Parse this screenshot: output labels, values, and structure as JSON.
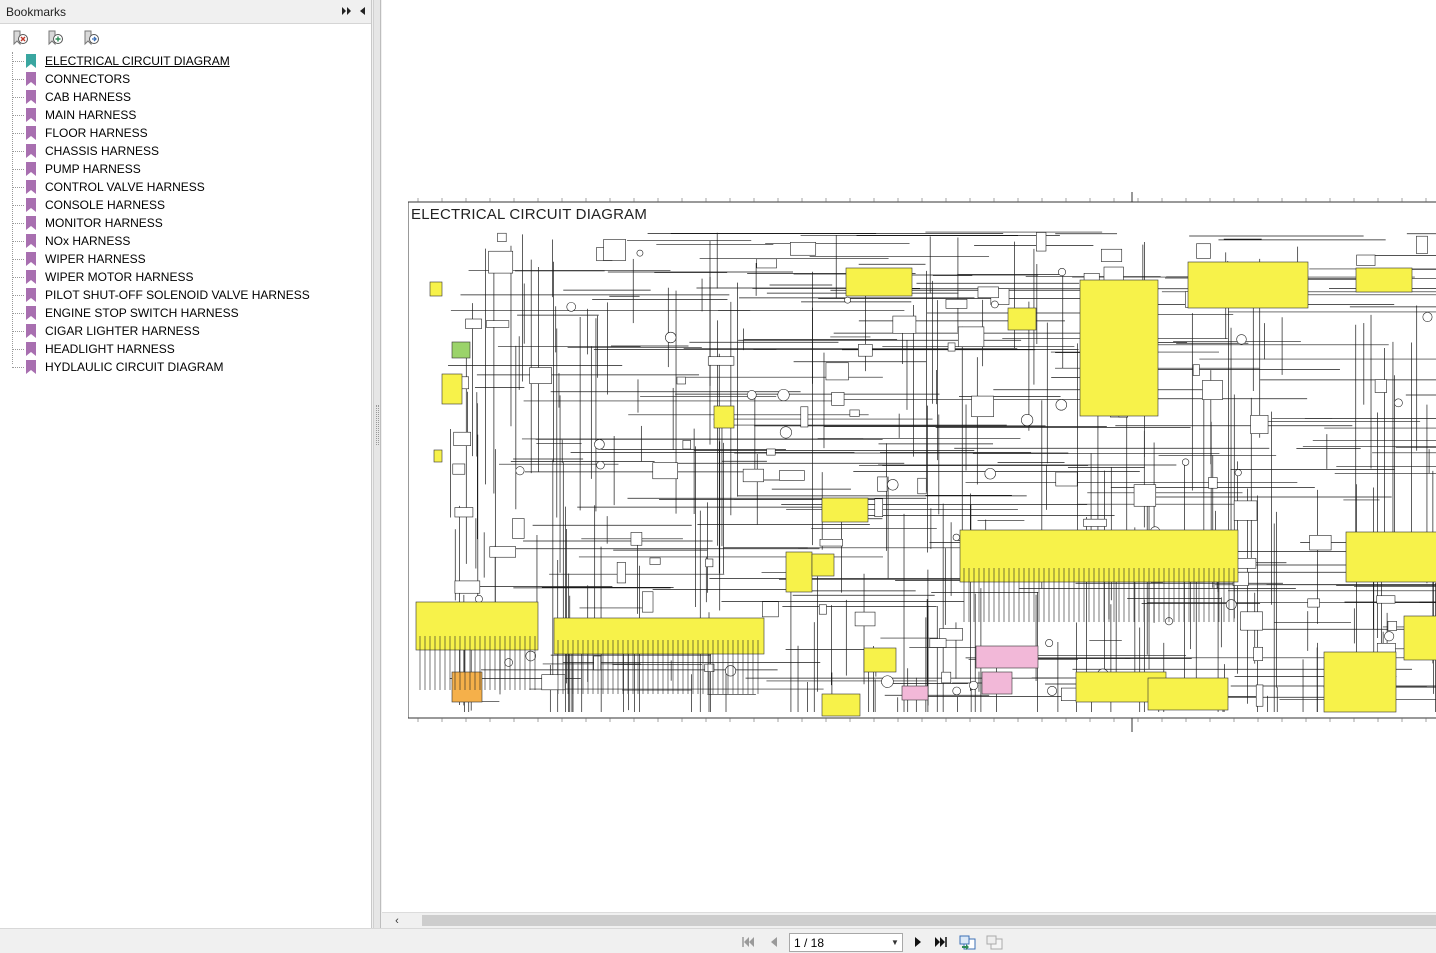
{
  "panel": {
    "title": "Bookmarks",
    "collapse_icon": "double-chevron-right-icon",
    "close_icon": "triangle-left-icon",
    "toolbar_icons": [
      "delete-bookmark-icon",
      "new-bookmark-icon",
      "expand-bookmark-icon"
    ]
  },
  "bookmarks": [
    {
      "label": "ELECTRICAL CIRCUIT DIAGRAM",
      "active": true
    },
    {
      "label": "CONNECTORS"
    },
    {
      "label": "CAB HARNESS"
    },
    {
      "label": "MAIN HARNESS"
    },
    {
      "label": "FLOOR HARNESS"
    },
    {
      "label": "CHASSIS HARNESS"
    },
    {
      "label": "PUMP HARNESS"
    },
    {
      "label": "CONTROL VALVE HARNESS"
    },
    {
      "label": "CONSOLE HARNESS"
    },
    {
      "label": "MONITOR HARNESS"
    },
    {
      "label": "NOx HARNESS"
    },
    {
      "label": "WIPER HARNESS"
    },
    {
      "label": "WIPER MOTOR HARNESS"
    },
    {
      "label": "PILOT SHUT-OFF SOLENOID VALVE HARNESS"
    },
    {
      "label": "ENGINE STOP SWITCH HARNESS"
    },
    {
      "label": "CIGAR LIGHTER HARNESS"
    },
    {
      "label": "HEADLIGHT HARNESS"
    },
    {
      "label": "HYDLAULIC CIRCUIT DIAGRAM"
    }
  ],
  "document": {
    "diagram_title": "ELECTRICAL CIRCUIT DIAGRAM"
  },
  "navigation": {
    "page_indicator": "1 / 18"
  },
  "colors": {
    "active_bookmark": "#3aa6a0",
    "bookmark": "#a86fb0",
    "diagram_fill": "#f7f24a",
    "diagram_pink": "#f2b8d8",
    "diagram_orange": "#f5b04a",
    "diagram_green": "#9bd36a",
    "wire": "#1a1a1a"
  }
}
